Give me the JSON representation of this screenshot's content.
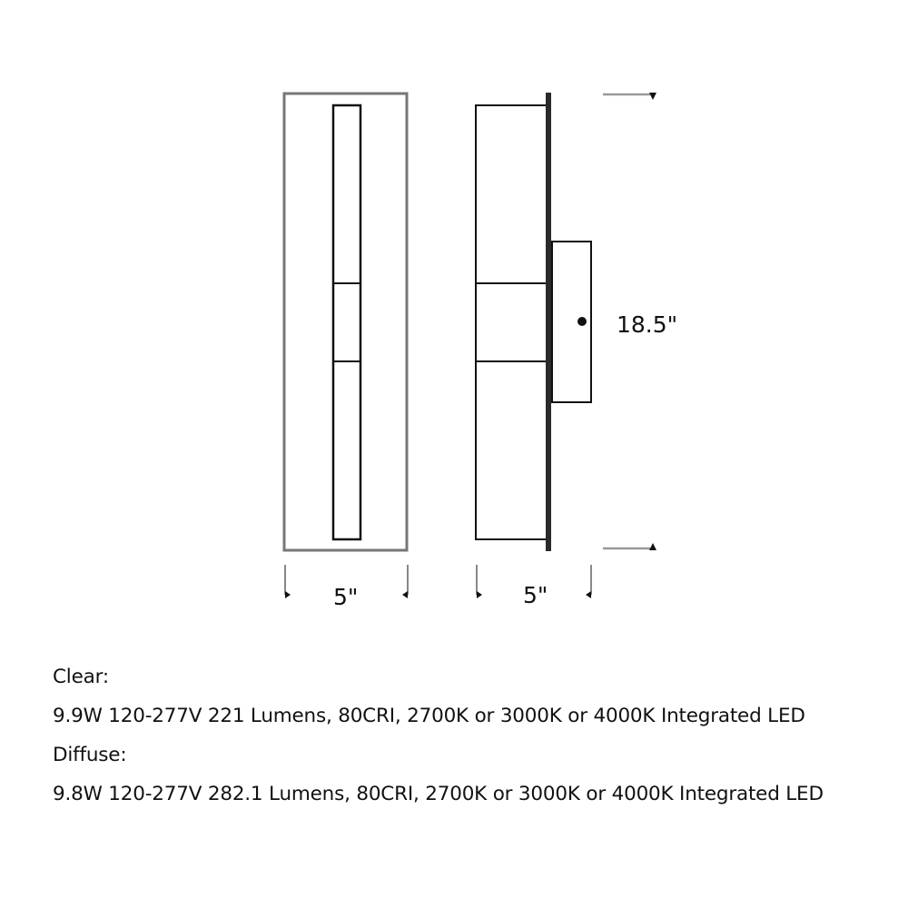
{
  "drawing": {
    "front_view": {
      "width_label": "5\""
    },
    "side_view": {
      "width_label": "5\""
    },
    "height_label": "18.5\"",
    "colors": {
      "stroke": "#111111",
      "light_stroke": "#888888",
      "background": "#ffffff"
    }
  },
  "specs": [
    {
      "heading": "Clear:",
      "detail": "9.9W 120-277V 221 Lumens, 80CRI, 2700K or 3000K or 4000K Integrated LED"
    },
    {
      "heading": "Diffuse:",
      "detail": "9.8W 120-277V 282.1 Lumens, 80CRI, 2700K or 3000K or 4000K Integrated LED"
    }
  ]
}
